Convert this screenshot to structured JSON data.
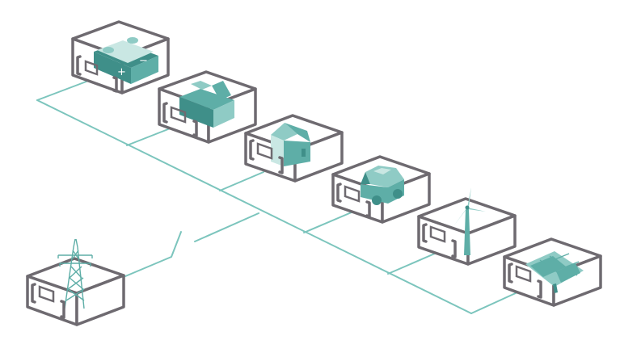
{
  "diagram": {
    "palette": {
      "wire": "#7cc5bd",
      "frame": "#6e6a70",
      "teal_dark": "#3f8f89",
      "teal": "#5eaea7",
      "teal_light": "#8fcbc5",
      "teal_pale": "#c9e7e3"
    },
    "modules": [
      {
        "id": "battery",
        "icon": "battery-icon",
        "symbols": [
          "+",
          "−"
        ]
      },
      {
        "id": "factory",
        "icon": "factory-icon"
      },
      {
        "id": "house",
        "icon": "house-icon"
      },
      {
        "id": "car",
        "icon": "electric-car-icon"
      },
      {
        "id": "wind",
        "icon": "wind-turbine-icon"
      },
      {
        "id": "solar",
        "icon": "solar-panel-icon"
      },
      {
        "id": "grid",
        "icon": "transmission-tower-icon"
      }
    ],
    "grid_connection": {
      "switch_state": "open"
    }
  }
}
